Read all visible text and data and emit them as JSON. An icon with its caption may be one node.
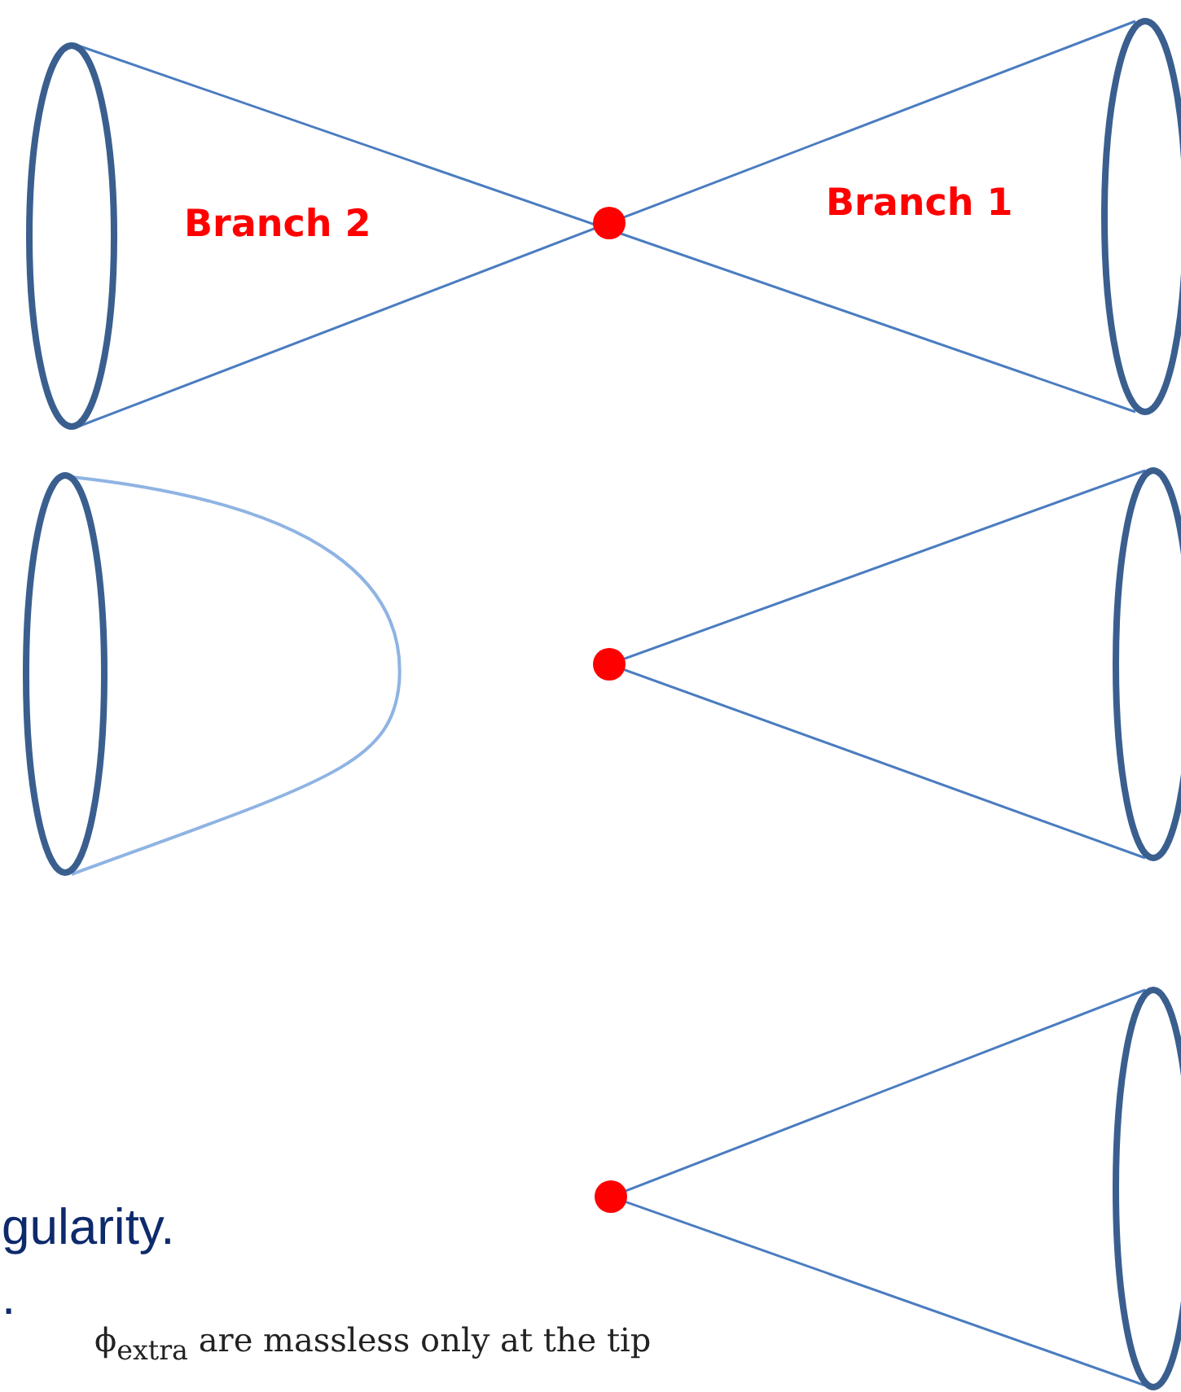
{
  "diagram": {
    "labels": [
      "Branch 2",
      "Branch 1",
      "gularity.",
      ".",
      "ϕ$_{extra}$ are massless only at the tip"
    ]
  }
}
